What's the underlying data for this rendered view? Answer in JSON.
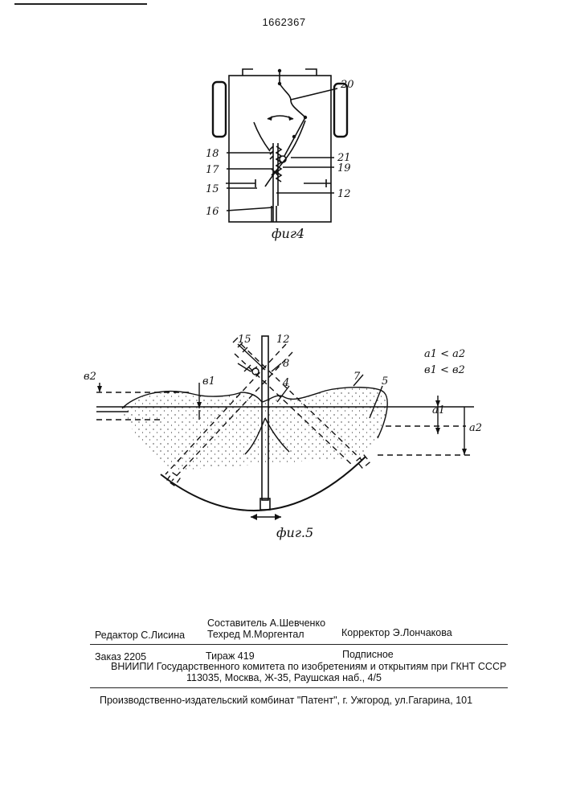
{
  "header": {
    "patent_number": "1662367"
  },
  "figure4": {
    "caption": "фиг4",
    "labels": [
      "20",
      "18",
      "21",
      "17",
      "19",
      "15",
      "12",
      "16"
    ]
  },
  "figure5": {
    "caption": "фиг.5",
    "labels": [
      "15",
      "12",
      "8",
      "7",
      "4",
      "5"
    ],
    "depth_labels": {
      "b2": "в2",
      "b1": "в1",
      "a1": "а1",
      "a2": "а2"
    },
    "relations": [
      "а1 < а2",
      "в1 < в2"
    ]
  },
  "imprint": {
    "editor": "Редактор  С.Лисина",
    "compiler": "Составитель  А.Шевченко",
    "techred": "Техред М.Моргентал",
    "corrector": "Корректор  Э.Лончакова",
    "order": "Заказ  2205",
    "circulation": "Тираж  419",
    "subscription": "Подписное",
    "org": "ВНИИПИ Государственного комитета по изобретениям и открытиям при ГКНТ СССР",
    "address": "113035, Москва, Ж-35, Раушская наб., 4/5",
    "publisher": "Производственно-издательский комбинат \"Патент\", г. Ужгород, ул.Гагарина, 101"
  }
}
